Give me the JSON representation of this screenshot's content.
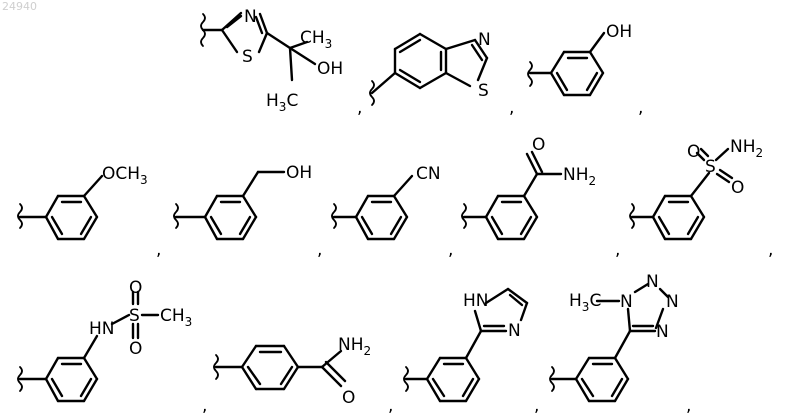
{
  "page_id": "24940",
  "separator": ",",
  "structures": [
    {
      "name": "thiazolyl-hydroxypropyl",
      "labels": {
        "n": "N",
        "s": "S",
        "ch3_top": "CH",
        "ch3_top_sub": "3",
        "oh": "OH",
        "h3c": "H",
        "h3c_sub": "3",
        "h3c_c": "C"
      }
    },
    {
      "name": "benzothiazolyl",
      "labels": {
        "n": "N",
        "s": "S"
      }
    },
    {
      "name": "hydroxyphenyl",
      "labels": {
        "oh": "OH"
      }
    },
    {
      "name": "methoxyphenyl",
      "labels": {
        "och": "OCH",
        "och_sub": "3"
      }
    },
    {
      "name": "hydroxymethylphenyl",
      "labels": {
        "oh": "OH"
      }
    },
    {
      "name": "cyanophenyl",
      "labels": {
        "cn": "CN"
      }
    },
    {
      "name": "carbamoylphenyl-meta",
      "labels": {
        "o": "O",
        "nh": "NH",
        "nh_sub": "2"
      }
    },
    {
      "name": "sulfamoylphenyl",
      "labels": {
        "nh": "NH",
        "nh_sub": "2",
        "o1": "O",
        "s": "S",
        "o2": "O"
      }
    },
    {
      "name": "methanesulfonamidophenyl",
      "labels": {
        "o1": "O",
        "hn": "HN",
        "s": "S",
        "ch": "CH",
        "ch_sub": "3",
        "o2": "O"
      }
    },
    {
      "name": "carbamoylphenyl-para",
      "labels": {
        "nh": "NH",
        "nh_sub": "2",
        "o": "O"
      }
    },
    {
      "name": "imidazolylphenyl",
      "labels": {
        "hn": "HN",
        "n": "N"
      }
    },
    {
      "name": "methyltetrazolylphenyl",
      "labels": {
        "h3c": "H",
        "h3c_sub": "3",
        "h3c_c": "C",
        "n1": "N",
        "n2": "N",
        "n3": "N",
        "n4": "N"
      }
    }
  ]
}
